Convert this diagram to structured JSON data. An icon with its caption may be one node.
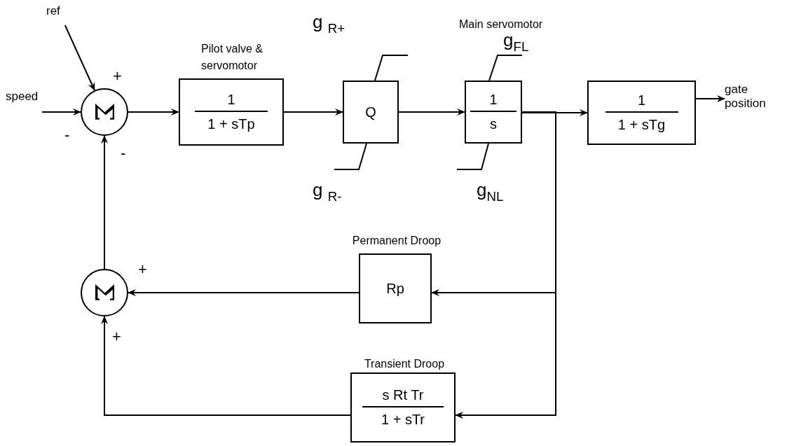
{
  "diagram": {
    "nodes": [
      {
        "text": [
          "speed"
        ]
      },
      {
        "text": [
          "ref"
        ]
      },
      {
        "text": [
          "Σ"
        ],
        "beside": [
          "+",
          "-",
          "-"
        ]
      },
      {
        "text": [
          "Pilot valve & servomotor",
          "1",
          "1 + sTp"
        ]
      },
      {
        "text": [
          "Q"
        ],
        "beside": [
          "g $_{R+}$",
          "g $_{R-}$"
        ]
      },
      {
        "text": [
          "Main servomotor",
          "1",
          "s"
        ],
        "beside": [
          "g$_{FL}$",
          "g$_{NL}$"
        ]
      },
      {
        "text": [
          "1",
          "1 + sTg"
        ]
      },
      {
        "text": [
          "gate position"
        ]
      },
      {
        "text": [
          "Σ"
        ],
        "beside": [
          "+",
          "+"
        ]
      },
      {
        "text": [
          "Permanent Droop",
          "Rp"
        ]
      },
      {
        "text": [
          "Transient Droop",
          "s Rt Tr",
          "1 + sTr"
        ]
      }
    ],
    "edges": [
      {
        "from": 0,
        "to": 2,
        "arrow": "to"
      },
      {
        "from": 1,
        "to": 2,
        "arrow": "to"
      },
      {
        "from": 2,
        "to": 3,
        "arrow": "to"
      },
      {
        "from": 3,
        "to": 4,
        "arrow": "to"
      },
      {
        "from": 4,
        "to": 5,
        "arrow": "to"
      },
      {
        "from": 5,
        "to": 6,
        "arrow": "to"
      },
      {
        "from": 6,
        "to": 7,
        "arrow": "to"
      },
      {
        "from": 5,
        "to": 9,
        "arrow": "to"
      },
      {
        "from": 5,
        "to": 10,
        "arrow": "to"
      },
      {
        "from": 9,
        "to": 8,
        "arrow": "to"
      },
      {
        "from": 10,
        "to": 8,
        "arrow": "to"
      },
      {
        "from": 8,
        "to": 2,
        "arrow": "to"
      }
    ]
  }
}
